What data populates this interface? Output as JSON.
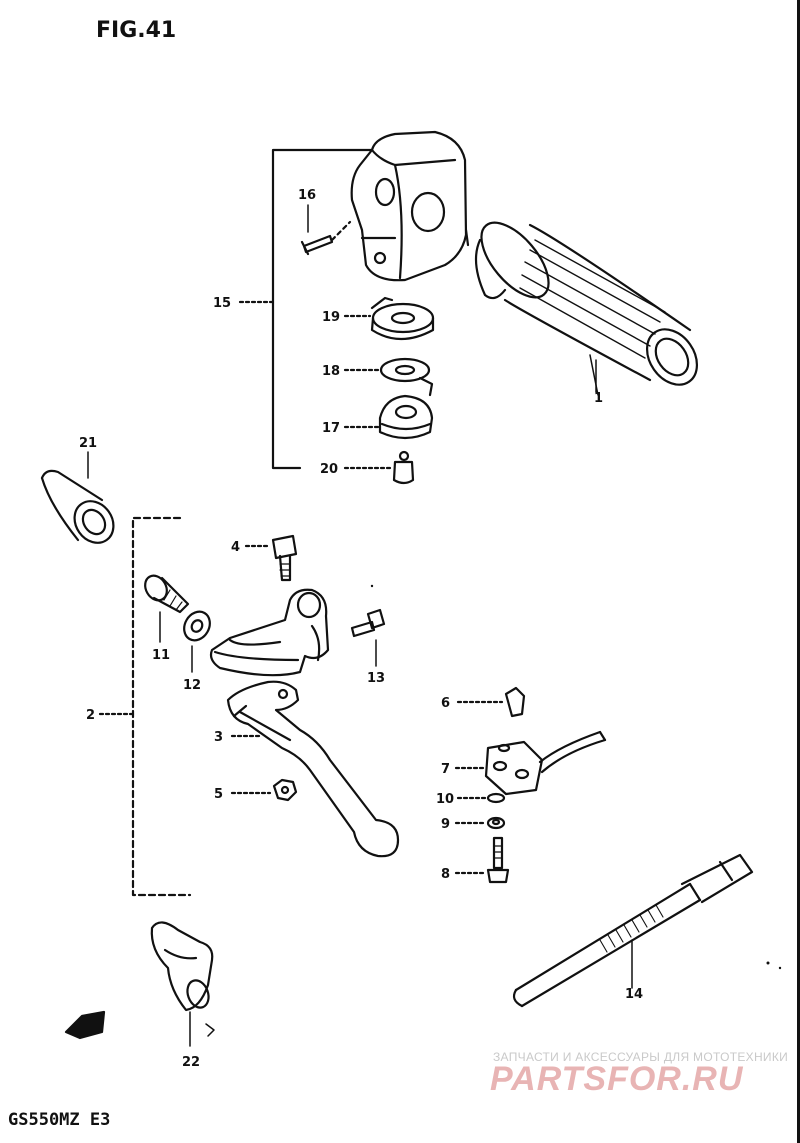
{
  "figure": {
    "title": "FIG.41",
    "model_code": "GS550MZ E3"
  },
  "watermark": {
    "subtitle": "ЗАПЧАСТИ И АКСЕССУАРЫ ДЛЯ МОТОТЕХНИКИ",
    "brand": "PARTSFOR.RU"
  },
  "callouts": {
    "c1": "1",
    "c2": "2",
    "c3": "3",
    "c4": "4",
    "c5": "5",
    "c6": "6",
    "c7": "7",
    "c8": "8",
    "c9": "9",
    "c10": "10",
    "c11": "11",
    "c12": "12",
    "c13": "13",
    "c14": "14",
    "c15": "15",
    "c16": "16",
    "c17": "17",
    "c18": "18",
    "c19": "19",
    "c20": "20",
    "c21": "21",
    "c22": "22"
  },
  "colors": {
    "ink": "#111111",
    "watermark_red": "#e8b4b4",
    "watermark_gray": "#c9c9c9"
  }
}
